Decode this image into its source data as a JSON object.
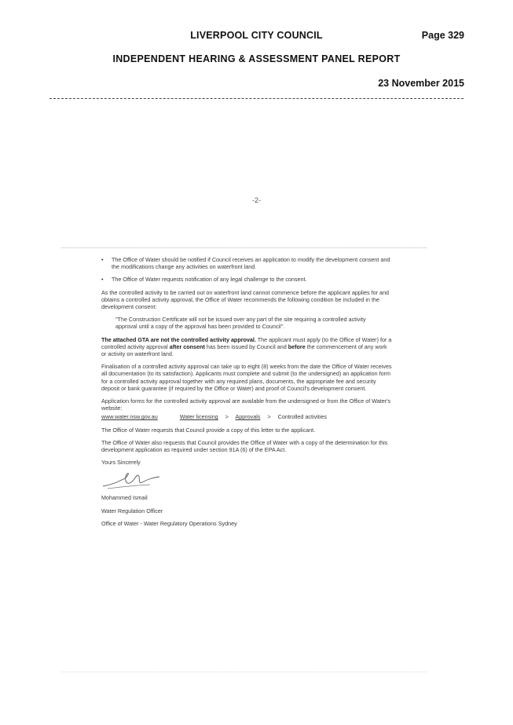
{
  "header": {
    "council": "LIVERPOOL CITY COUNCIL",
    "page": "Page 329",
    "report": "INDEPENDENT HEARING & ASSESSMENT PANEL REPORT",
    "date": "23 November 2015"
  },
  "letter": {
    "page_marker": "-2-",
    "bullets": [
      "The Office of Water should be notified if Council receives an application to modify the development consent and the modifications change any activities on waterfront land.",
      "The Office of Water requests notification of any legal challenge to the consent."
    ],
    "para_controlled": "As the controlled activity to be carried out on waterfront land cannot commence before the applicant applies for and obtains a controlled activity approval, the Office of Water recommends the following condition be included in the development consent:",
    "quote": "\"The Construction Certificate will not be issued over any part of the site requiring a controlled activity approval until a copy of the approval has been provided to Council\".",
    "gta_bold_1": "The attached GTA are not the controlled activity approval.",
    "gta_text_1": " The applicant must apply (to the Office of Water) for a controlled activity approval ",
    "gta_bold_2": "after consent",
    "gta_text_2": " has been issued by Council and ",
    "gta_bold_3": "before",
    "gta_text_3": " the commencement of any work or activity on waterfront land.",
    "para_finalisation": "Finalisation of a controlled activity approval can take up to eight (8) weeks from the date the Office of Water receives all documentation (to its satisfaction). Applicants must complete and submit (to the undersigned) an application form for a controlled activity approval together with any required plans, documents, the appropriate fee and security deposit or bank guarantee (if required by the Office or Water) and proof of Council's development consent.",
    "para_forms": "Application forms for the controlled activity approval are available from the undersigned or from the Office of Water's website:",
    "link_site": "www.water.nsw.gov.au",
    "link_licensing": "Water licensing",
    "link_approvals": "Approvals",
    "link_controlled": "Controlled activities",
    "link_sep": ">",
    "para_copy": "The Office of Water requests that Council provide a copy of this letter to the applicant.",
    "para_determination": "The Office of Water also requests that Council provides the Office of Water with a copy of the determination for this development application as required under section 91A (6) of the EPA Act.",
    "closing": "Yours Sincerely",
    "sign_name": "Mohammed Ismail",
    "sign_title": "Water Regulation Officer",
    "sign_org": "Office of Water - Water Regulatory Operations Sydney"
  }
}
